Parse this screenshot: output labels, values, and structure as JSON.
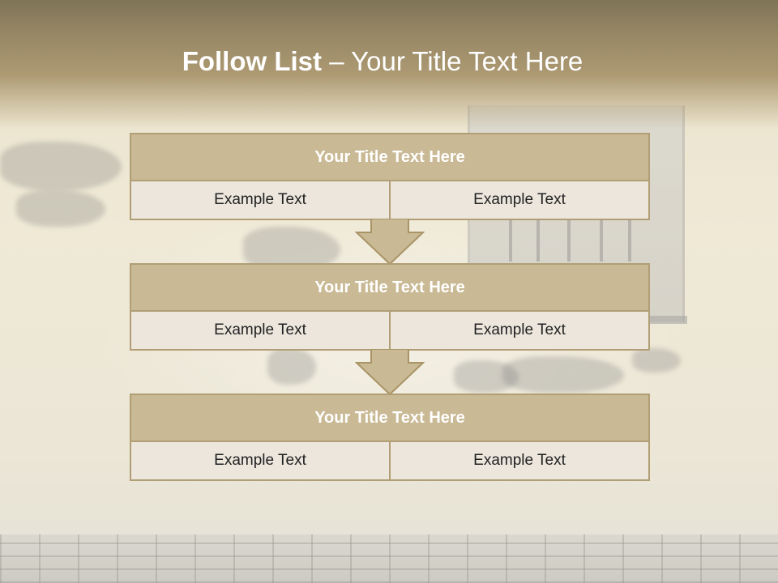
{
  "slide": {
    "title_bold": "Follow List",
    "title_rest": " – Your Title Text Here",
    "colors": {
      "header": "#a4936e",
      "box_head": "#c9b995",
      "box_border": "#b19e74",
      "cell": "#ece6dd",
      "arrow": "#c9b995"
    },
    "steps": [
      {
        "heading": "Your Title Text Here",
        "left": "Example Text",
        "right": "Example Text"
      },
      {
        "heading": "Your Title Text Here",
        "left": "Example Text",
        "right": "Example Text"
      },
      {
        "heading": "Your Title Text Here",
        "left": "Example Text",
        "right": "Example Text"
      }
    ]
  }
}
